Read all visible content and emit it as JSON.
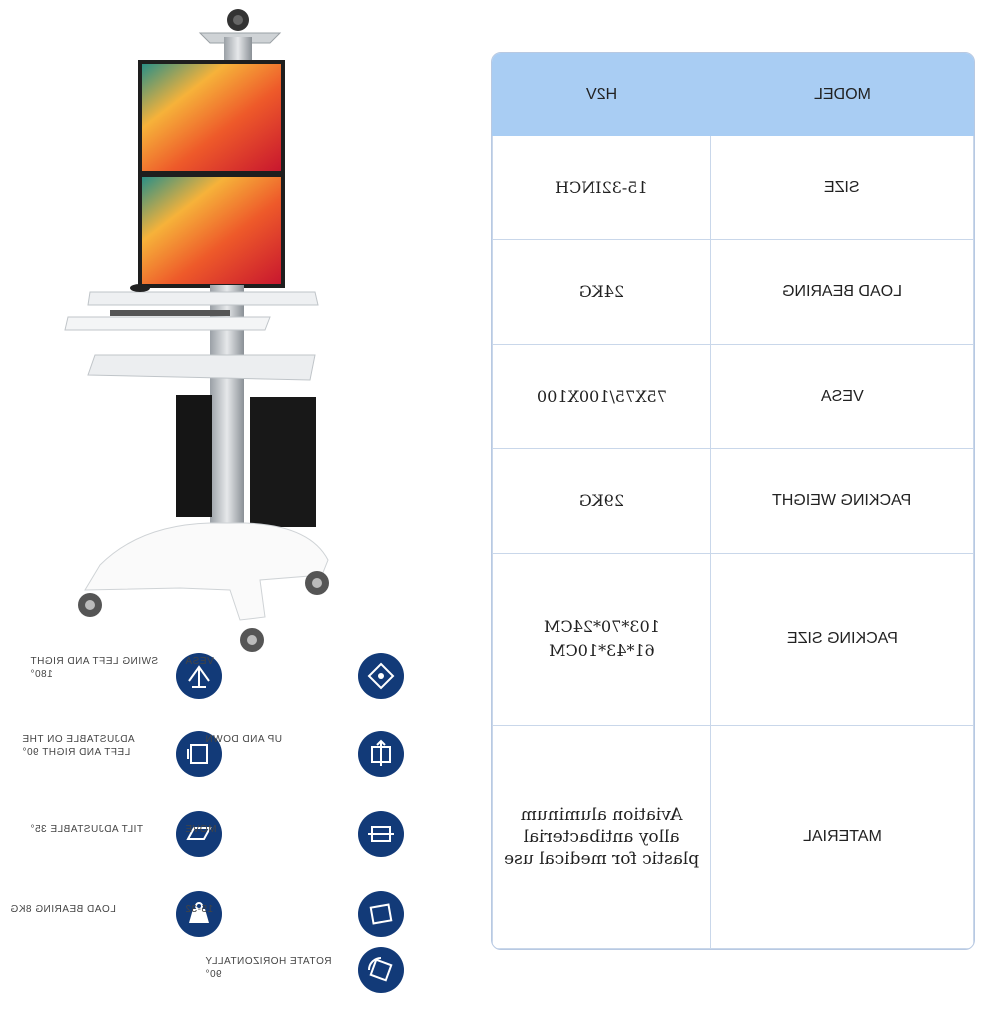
{
  "table": {
    "header": {
      "value_col": "H2V",
      "label_col": "MODEL"
    },
    "rows": [
      {
        "label": "SIZE",
        "value": "15-32INCH"
      },
      {
        "label": "LOAD BEARING",
        "value": "24KG"
      },
      {
        "label": "VESA",
        "value": "75X75/100X100"
      },
      {
        "label": "PACKING WEIGHT",
        "value": "29KG"
      },
      {
        "label": "PACKING SIZE",
        "value": "103*70*24CM\n61*43*10CM"
      },
      {
        "label": "MATERIAL",
        "value": "Aviation aluminum\nalloy antibacterial\nplastic for medical use"
      }
    ]
  },
  "features": [
    {
      "label": "SWING LEFT AND RIGHT 180°",
      "icon": "swing-icon"
    },
    {
      "label": "VESA",
      "icon": "vesa-icon"
    },
    {
      "label": "ADJUSTABLE ON THE LEFT AND RIGHT 90°",
      "icon": "adjust-left-right-icon"
    },
    {
      "label": "UP AND DOWN",
      "icon": "up-down-icon"
    },
    {
      "label": "TILT ADJUSTABLE 35°",
      "icon": "tilt-icon"
    },
    {
      "label": "MOVE",
      "icon": "move-icon"
    },
    {
      "label": "LOAD BEARING 8KG",
      "icon": "weight-icon"
    },
    {
      "label": "15-32",
      "icon": "screen-size-icon"
    },
    {
      "label": "ROTATE HORIZONTALLY 90°",
      "icon": "rotate-icon"
    }
  ],
  "colors": {
    "header_blue": "#a9cdf3",
    "icon_navy": "#123a78",
    "border": "#c9d7ea"
  }
}
